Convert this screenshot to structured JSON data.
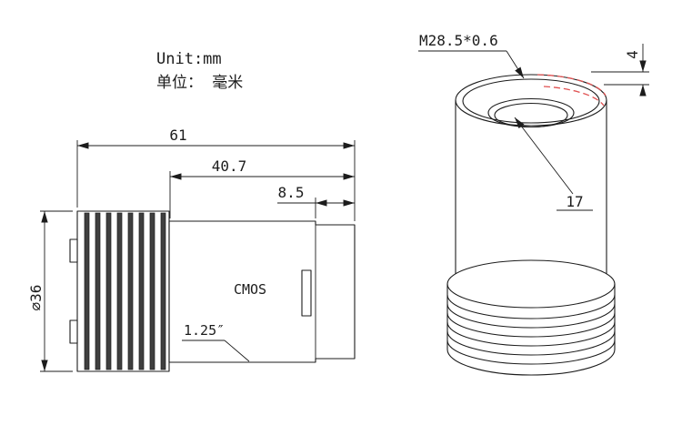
{
  "drawing": {
    "units": {
      "line1": "Unit:mm",
      "line2": "单位： 毫米"
    },
    "side_view": {
      "dim_total_length": "61",
      "dim_body_length": "40.7",
      "dim_nose_length": "8.5",
      "dim_diameter": "⌀36",
      "label_sensor": "CMOS",
      "label_barrel": "1.25″"
    },
    "front_view": {
      "label_thread": "M28.5*0.6",
      "dim_thread_length": "4",
      "dim_aperture": "17"
    },
    "colors": {
      "line": "#1c1c1c",
      "thread_highlight": "#e05252",
      "background": "#ffffff"
    }
  }
}
